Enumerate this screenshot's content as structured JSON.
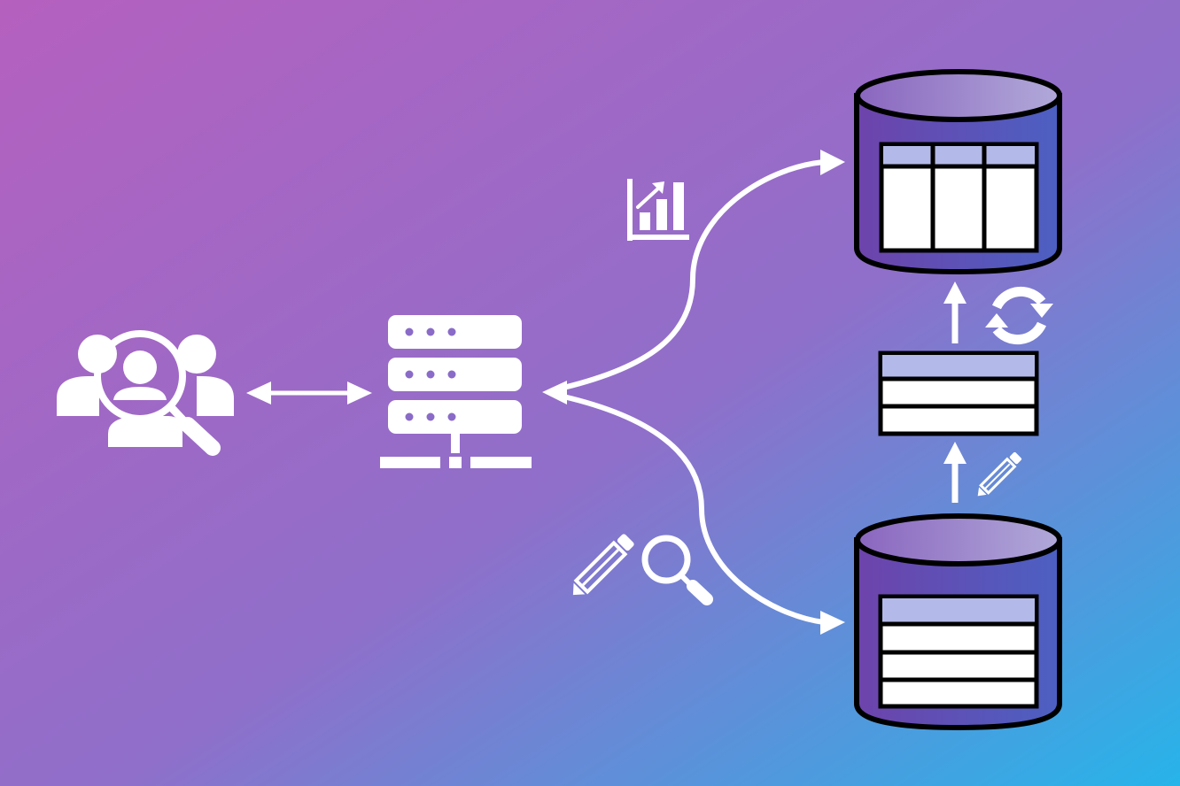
{
  "diagram": {
    "nodes": [
      {
        "id": "users",
        "icon": "user-search-group-icon"
      },
      {
        "id": "server",
        "icon": "server-rack-icon"
      },
      {
        "id": "analytics-database",
        "icon": "database-columnar-icon"
      },
      {
        "id": "row-buffer",
        "icon": "row-table-icon"
      },
      {
        "id": "transactional-database",
        "icon": "database-row-icon"
      }
    ],
    "edges": [
      {
        "from": "users",
        "to": "server",
        "direction": "both"
      },
      {
        "from": "server",
        "to": "analytics-database",
        "direction": "both",
        "icon": "bar-chart-icon"
      },
      {
        "from": "server",
        "to": "transactional-database",
        "direction": "both",
        "icons": [
          "pencil-icon",
          "magnifier-icon"
        ]
      },
      {
        "from": "transactional-database",
        "to": "row-buffer",
        "direction": "forward",
        "icon": "pencil-icon"
      },
      {
        "from": "row-buffer",
        "to": "analytics-database",
        "direction": "forward",
        "icon": "sync-icon"
      }
    ]
  },
  "colors": {
    "background_start": "#b560bf",
    "background_mid": "#8f6fca",
    "background_end": "#27b4e9",
    "database_body": "#5b4fb2",
    "database_top": "#a39ad2",
    "table_header": "#b3b9e8",
    "foreground": "#ffffff",
    "outline": "#000000"
  }
}
